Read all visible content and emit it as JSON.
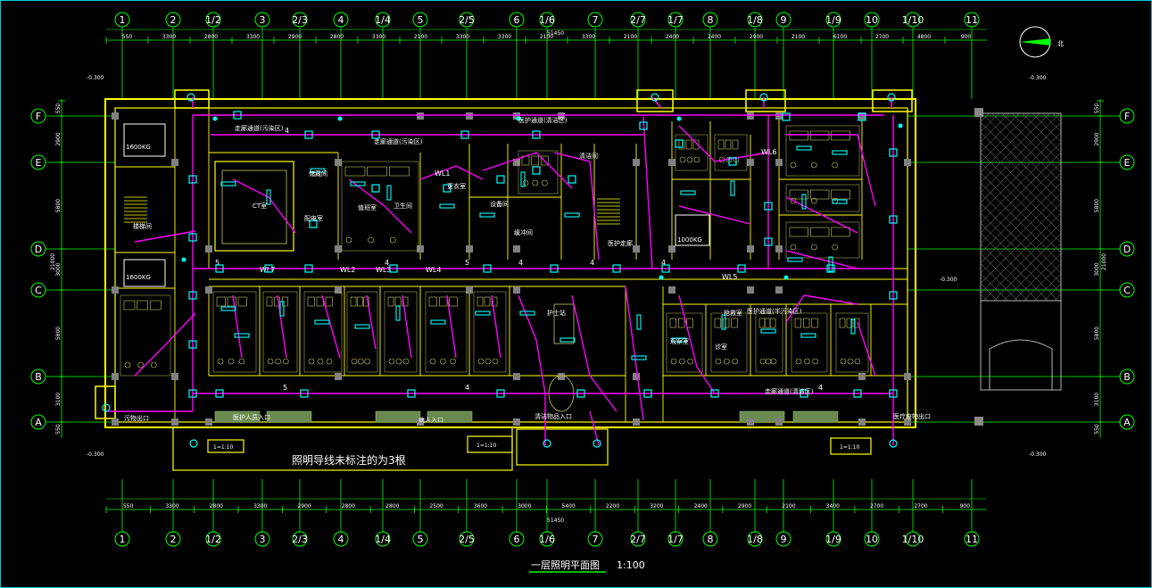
{
  "drawing": {
    "title": "一层照明平面图",
    "scale": "1:100",
    "note": "照明导线未标注的为3根",
    "north_label": "北",
    "level_mark": "-0.300",
    "total_length": "51450",
    "right_total": "21000",
    "elevator_loads": [
      "1600KG",
      "1600KG",
      "1000KG"
    ],
    "section_scale": "1=1:10"
  },
  "axes": {
    "columns": [
      "1",
      "2",
      "1/2",
      "3",
      "2/3",
      "4",
      "1/4",
      "5",
      "2/5",
      "6",
      "1/6",
      "7",
      "2/7",
      "1/7",
      "8",
      "1/8",
      "9",
      "1/9",
      "10",
      "1/10",
      "11"
    ],
    "rows": [
      "F",
      "E",
      "D",
      "C",
      "B",
      "A"
    ],
    "top_dims": [
      "550",
      "3300",
      "2800",
      "3300",
      "2900",
      "2800",
      "3300",
      "2100",
      "3300",
      "3300",
      "2100",
      "3300",
      "2100",
      "2400",
      "2400",
      "2900",
      "2100",
      "6100",
      "2700",
      "4800",
      "900"
    ],
    "bottom_dims": [
      "550",
      "3300",
      "2800",
      "3300",
      "2900",
      "2800",
      "2800",
      "2500",
      "3600",
      "3000",
      "5400",
      "2200",
      "3200",
      "2400",
      "2900",
      "2100",
      "3400",
      "2700",
      "2700",
      "900"
    ],
    "left_dims": [
      "550",
      "2900",
      "5800",
      "3000",
      "5800",
      "3100",
      "550"
    ],
    "right_dims": [
      "550",
      "2900",
      "5800",
      "3000",
      "5800",
      "3100",
      "550"
    ]
  },
  "rooms": [
    {
      "label": "走廊通道(污染区)"
    },
    {
      "label": "走廊通道(污染区)"
    },
    {
      "label": "CT室"
    },
    {
      "label": "储藏间"
    },
    {
      "label": "配电室"
    },
    {
      "label": "值班室"
    },
    {
      "label": "卫生间"
    },
    {
      "label": "更衣室"
    },
    {
      "label": "医护走廊"
    },
    {
      "label": "楼梯间"
    },
    {
      "label": "设备间"
    },
    {
      "label": "护士站"
    },
    {
      "label": "缓冲间"
    },
    {
      "label": "清洁间"
    },
    {
      "label": "医护通道(半污染区)"
    },
    {
      "label": "医护通道(清洁区)"
    },
    {
      "label": "观察室"
    },
    {
      "label": "诊室"
    },
    {
      "label": "抢救室"
    },
    {
      "label": "走廊通道(清洁区)"
    },
    {
      "label": "病人入口"
    },
    {
      "label": "医护人员入口"
    },
    {
      "label": "医疗废物出口"
    },
    {
      "label": "污物出口"
    },
    {
      "label": "清洁物品入口"
    }
  ],
  "circuits": [
    "WL1",
    "WL2",
    "WL3",
    "WL4",
    "WL5",
    "WL6",
    "WL7"
  ],
  "wire_counts": [
    "4",
    "5"
  ],
  "colors": {
    "grid": "#00ff00",
    "wall": "#ffff00",
    "lighting_wire": "#ff00ff",
    "fixture": "#00ffff",
    "room_detail": "#c8c864",
    "column": "#808080"
  }
}
